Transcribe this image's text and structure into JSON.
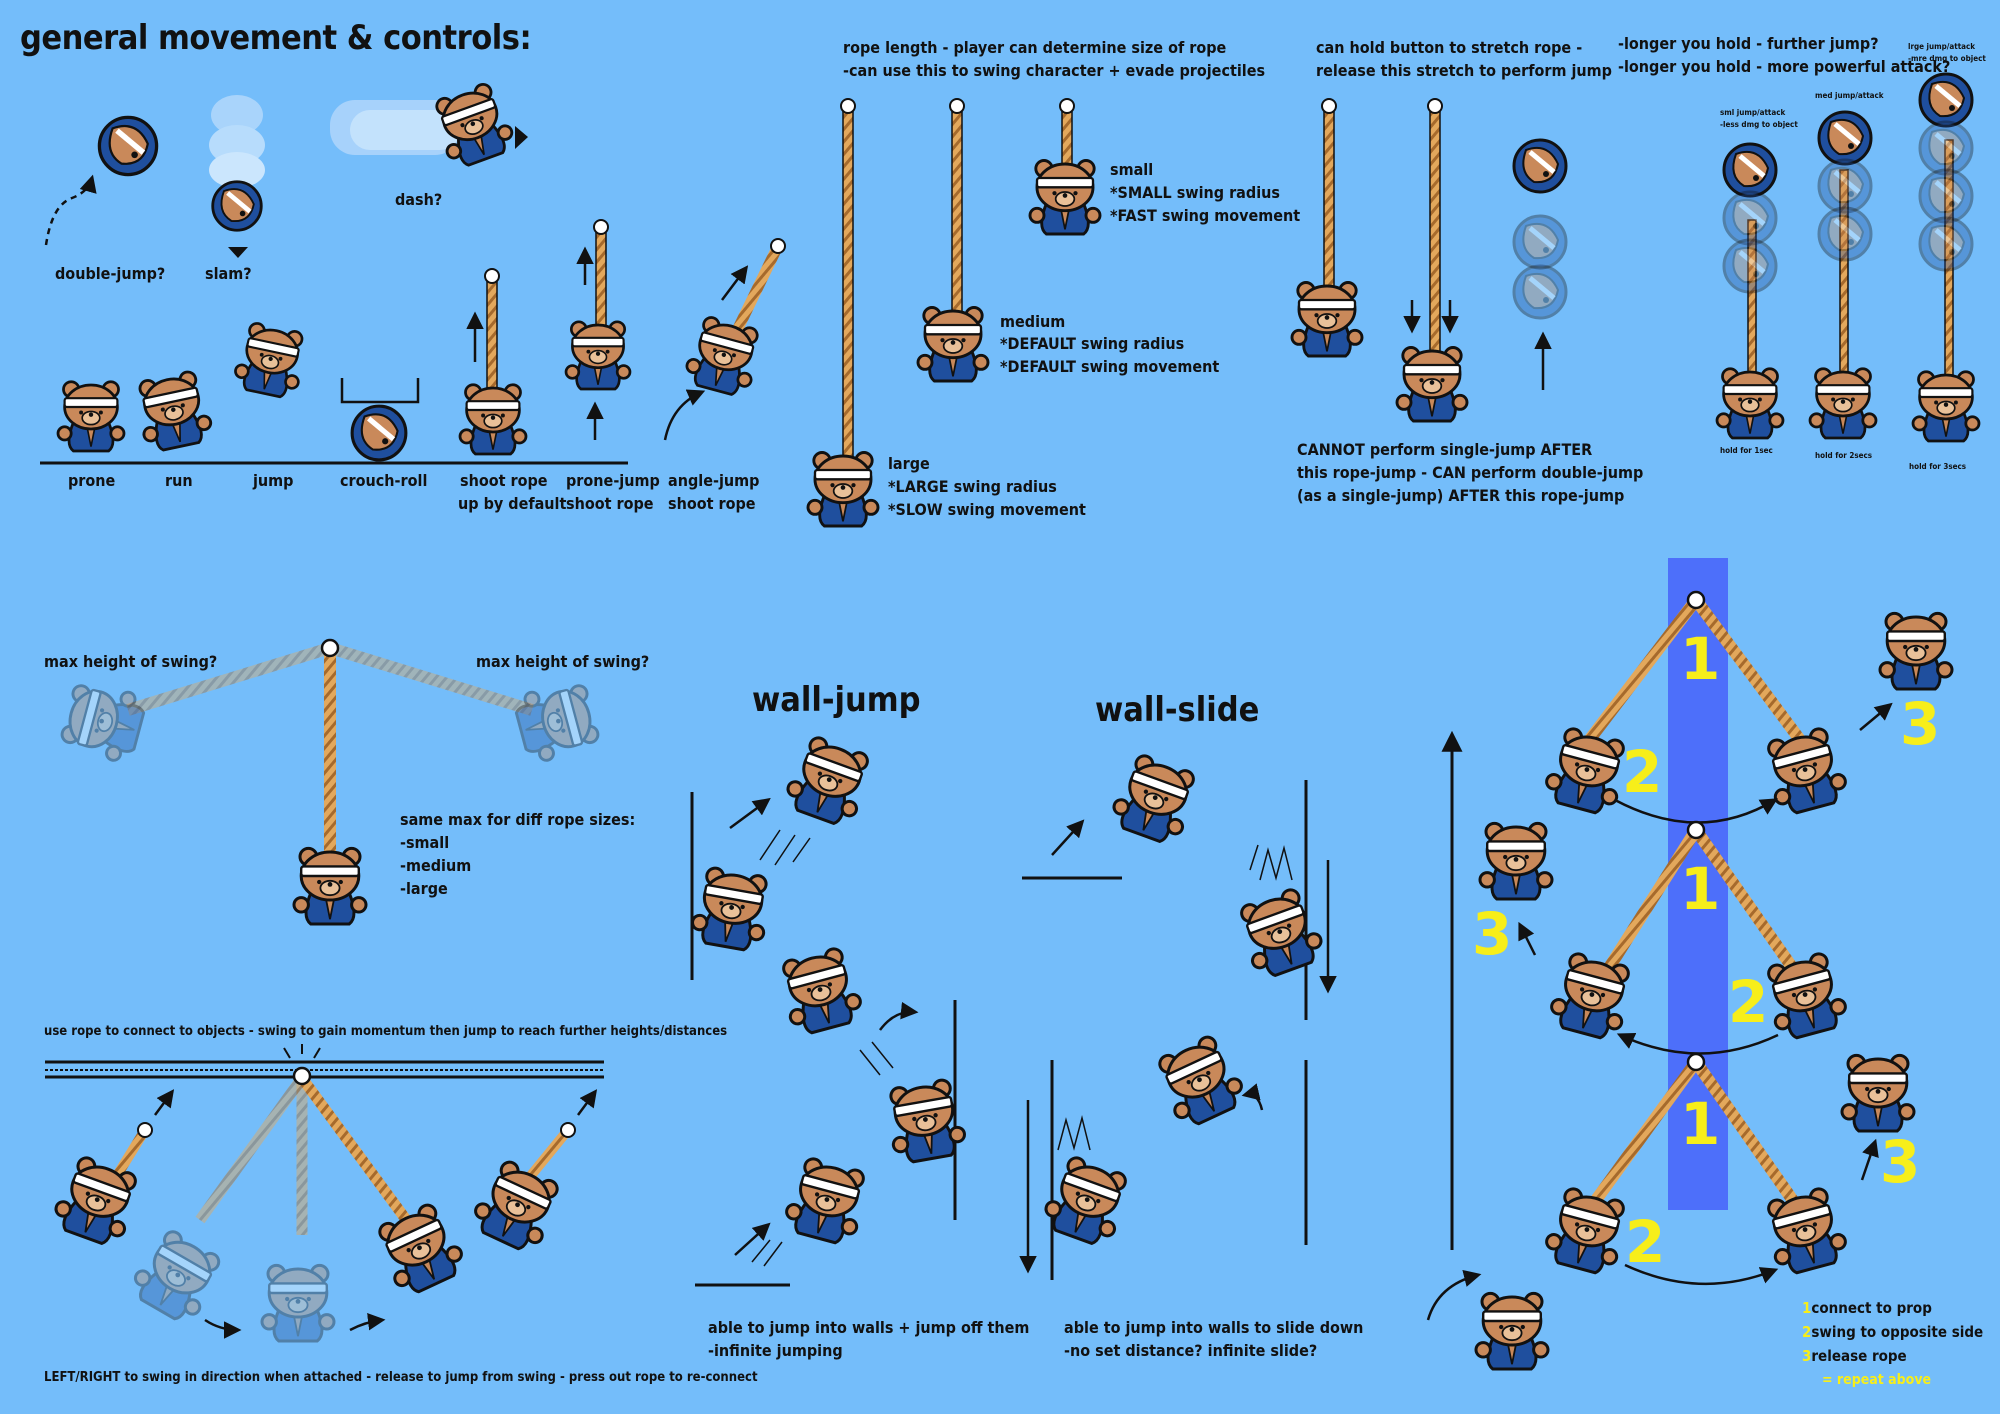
{
  "title": "general movement & controls:",
  "basic_moves": {
    "double_jump": "double-jump?",
    "slam": "slam?",
    "dash": "dash?",
    "prone": "prone",
    "run": "run",
    "jump": "jump",
    "crouch_roll": "crouch-roll",
    "shoot_rope_1": "shoot rope",
    "shoot_rope_2": "up by default",
    "prone_jump_1": "prone-jump",
    "prone_jump_2": "shoot rope",
    "angle_jump_1": "angle-jump",
    "angle_jump_2": "shoot rope"
  },
  "rope_length": {
    "line1": "rope length - player can determine size of rope",
    "line2": "-can use this to swing character + evade projectiles",
    "small": [
      "small",
      "*SMALL swing radius",
      "*FAST swing movement"
    ],
    "medium": [
      "medium",
      "*DEFAULT swing radius",
      "*DEFAULT swing movement"
    ],
    "large": [
      "large",
      "*LARGE swing radius",
      "*SLOW swing movement"
    ]
  },
  "stretch": {
    "line1": "can hold button to stretch rope -",
    "line2": "release this stretch to perform jump",
    "note1": "CANNOT perform single-jump AFTER",
    "note2": "this rope-jump - CAN perform double-jump",
    "note3": "(as a single-jump) AFTER this rope-jump"
  },
  "hold": {
    "line1": "-longer you hold - further jump?",
    "line2": "-longer you hold - more powerful attack?",
    "sml_1": "sml jump/attack",
    "sml_2": "-less dmg to object",
    "med_1": "med jump/attack",
    "lrg_1": "lrge jump/attack",
    "lrg_2": "-mre dmg to object",
    "hold1": "hold for 1sec",
    "hold2": "hold for 2secs",
    "hold3": "hold for 3secs"
  },
  "swing": {
    "max_left": "max height of swing?",
    "max_right": "max height of swing?",
    "same_max": [
      "same max for diff rope sizes:",
      "-small",
      "-medium",
      "-large"
    ]
  },
  "connect": {
    "top": "use rope to connect to objects - swing to gain momentum then jump to reach further heights/distances",
    "bottom": "LEFT/RIGHT to swing in direction when attached - release to jump from swing - press out rope to re-connect"
  },
  "wall_jump": {
    "title": "wall-jump",
    "line1": "able to jump into walls + jump off them",
    "line2": "-infinite jumping"
  },
  "wall_slide": {
    "title": "wall-slide",
    "line1": "able to jump into walls to slide down",
    "line2": "-no set distance? infinite slide?"
  },
  "climb": {
    "numbers": [
      "1",
      "2",
      "3"
    ],
    "legend": [
      {
        "n": "1",
        "text": "connect to prop"
      },
      {
        "n": "2",
        "text": "swing to opposite side"
      },
      {
        "n": "3",
        "text": "release rope"
      }
    ],
    "repeat": "= repeat above"
  },
  "colors": {
    "background": "#74bdfa",
    "pillar": "#4d6ffa",
    "highlight": "#f7ee1a",
    "bear_fur": "#c9895a",
    "suit": "#1f4f9e",
    "rope": "#e3a85c"
  }
}
